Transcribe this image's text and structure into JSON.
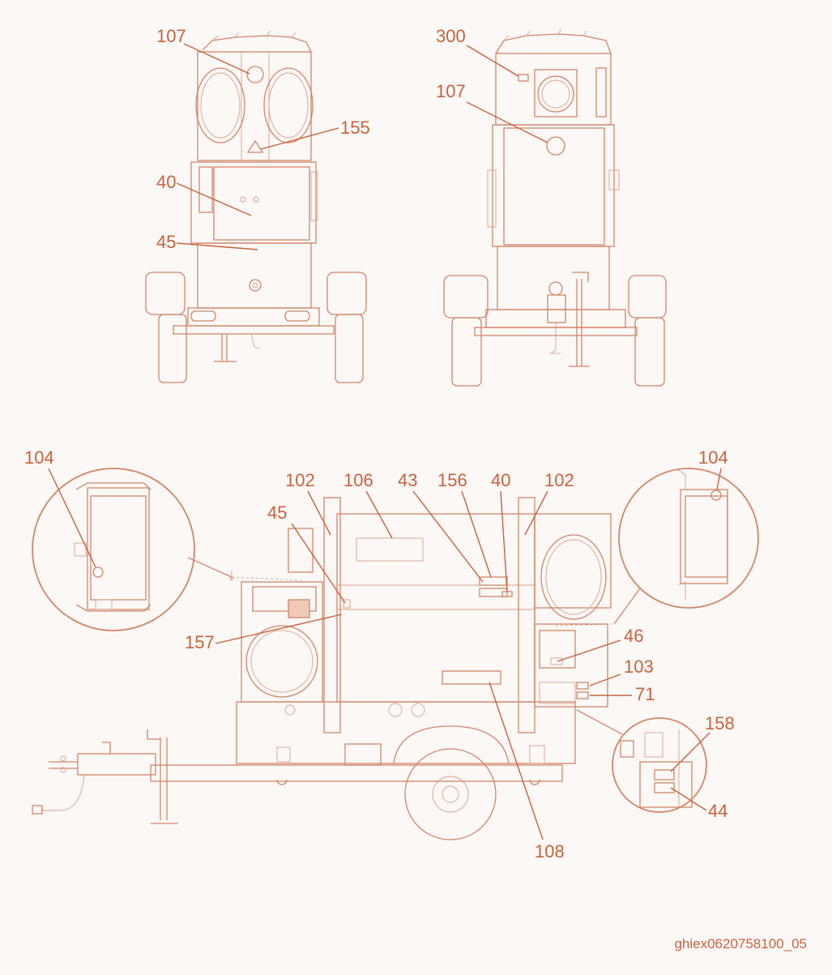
{
  "callouts": {
    "front_view": [
      "107",
      "155",
      "40",
      "45"
    ],
    "rear_view": [
      "300",
      "107"
    ],
    "left_detail": [
      "104"
    ],
    "right_detail": [
      "104"
    ],
    "side_view_top": [
      "102",
      "106",
      "43",
      "156",
      "40",
      "102",
      "45"
    ],
    "side_view_left": [
      "157"
    ],
    "side_view_right": [
      "46",
      "103",
      "71"
    ],
    "bottom_detail": [
      "158",
      "44"
    ],
    "side_view_bottom": [
      "108"
    ]
  },
  "figure_code": "ghiex0620758100_05",
  "colors": {
    "line": "#d28566",
    "label": "#c8623c",
    "background": "#fbf8f6"
  }
}
